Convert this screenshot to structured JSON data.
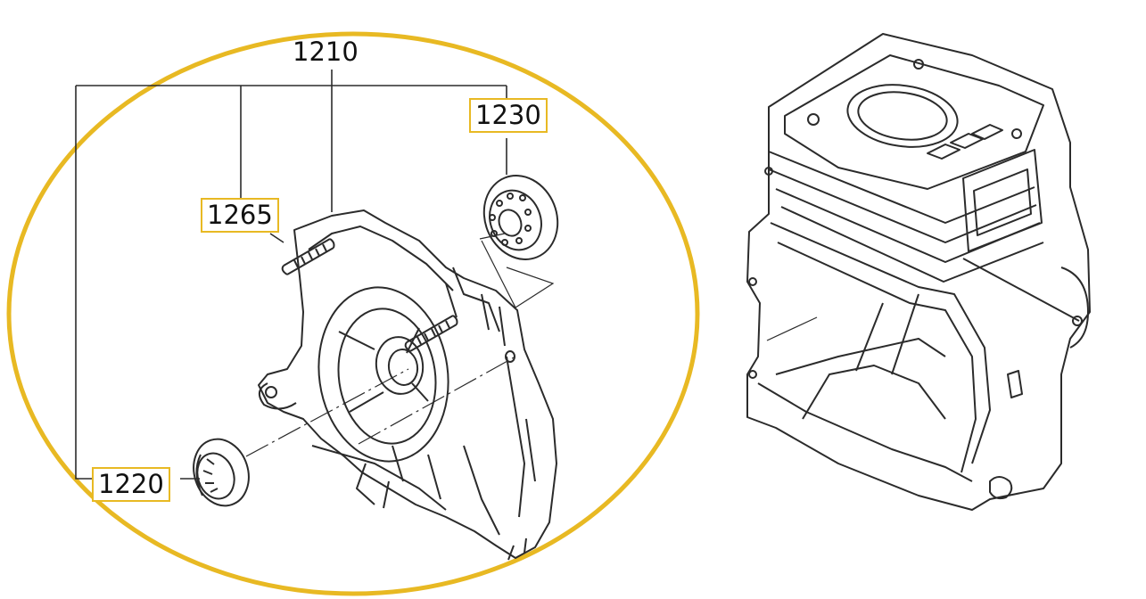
{
  "diagram": {
    "callouts": {
      "assembly": "1210",
      "bearing": "1230",
      "stud_bolt": "1265",
      "oil_seal": "1220"
    },
    "highlight_color": "#e8b923",
    "line_color": "#2b2b2b"
  }
}
